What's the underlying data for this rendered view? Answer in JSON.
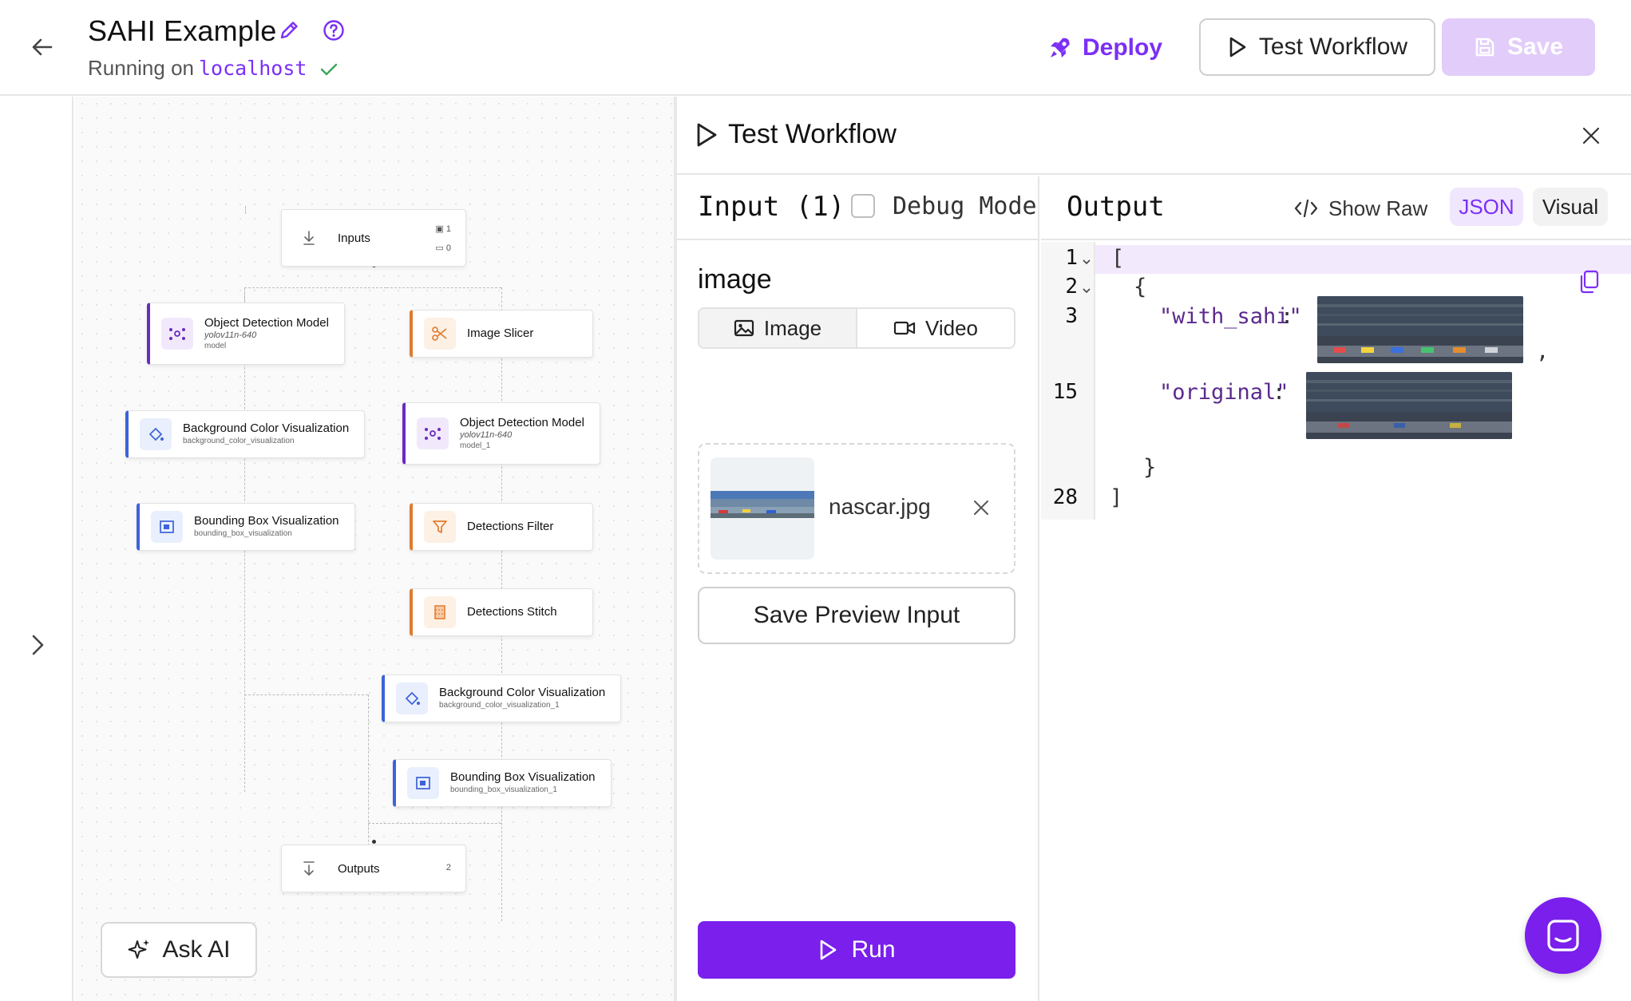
{
  "header": {
    "title": "SAHI Example",
    "running_prefix": "Running on",
    "running_host": "localhost",
    "deploy_label": "Deploy",
    "test_label": "Test Workflow",
    "save_label": "Save"
  },
  "canvas": {
    "nodes": {
      "inputs": {
        "title": "Inputs",
        "image_count": "1",
        "param_count": "0"
      },
      "od1": {
        "title": "Object Detection Model",
        "model": "yolov11n-640",
        "id": "model"
      },
      "slicer": {
        "title": "Image Slicer"
      },
      "bg1": {
        "title": "Background Color Visualization",
        "id": "background_color_visualization"
      },
      "od2": {
        "title": "Object Detection Model",
        "model": "yolov11n-640",
        "id": "model_1"
      },
      "bb1": {
        "title": "Bounding Box Visualization",
        "id": "bounding_box_visualization"
      },
      "filter": {
        "title": "Detections Filter"
      },
      "stitch": {
        "title": "Detections Stitch"
      },
      "bg2": {
        "title": "Background Color Visualization",
        "id": "background_color_visualization_1"
      },
      "bb2": {
        "title": "Bounding Box Visualization",
        "id": "bounding_box_visualization_1"
      },
      "outputs": {
        "title": "Outputs",
        "count": "2"
      }
    },
    "ask_ai_label": "Ask AI"
  },
  "panel": {
    "title": "Test Workflow",
    "input": {
      "title": "Input (1)",
      "debug_label": "Debug Mode",
      "debug_checked": false,
      "name": "image",
      "tabs": [
        "Image",
        "Video"
      ],
      "active_tab": "Image",
      "file_name": "nascar.jpg",
      "save_preview_label": "Save Preview Input",
      "run_label": "Run"
    },
    "output": {
      "title": "Output",
      "show_raw_label": "Show Raw",
      "json_tab": "JSON",
      "visual_tab": "Visual",
      "line_numbers": [
        "1",
        "2",
        "3",
        "15",
        "28"
      ],
      "lines": {
        "open_bracket": "[",
        "open_brace": "{",
        "key_with_sahi": "\"with_sahi\"",
        "colon": ":",
        "comma": ",",
        "key_original": "\"original\"",
        "close_brace": "}",
        "close_bracket": "]"
      }
    }
  },
  "colors": {
    "accent": "#7b2ff7",
    "run_button": "#7a1fec",
    "save_disabled": "#e2ccfa",
    "purple_node": "#6a2bbf",
    "orange_node": "#e07a2d",
    "blue_node": "#3d63d8"
  },
  "icons": [
    "back-arrow-icon",
    "pencil-icon",
    "help-icon",
    "check-icon",
    "rocket-icon",
    "play-icon",
    "save-disk-icon",
    "chevron-right-icon",
    "sparkle-icon",
    "close-icon",
    "image-icon",
    "video-icon",
    "code-icon",
    "copy-icon",
    "chat-icon"
  ]
}
